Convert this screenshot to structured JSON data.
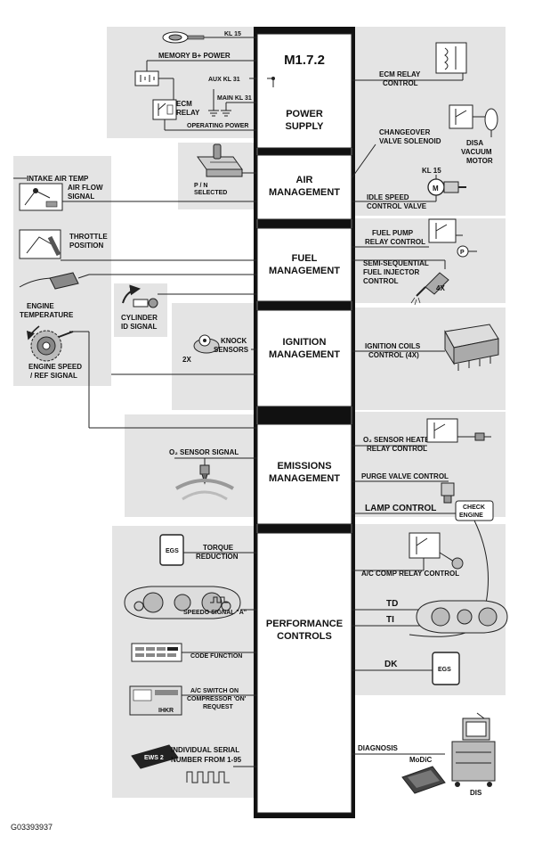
{
  "ecu": {
    "title": "M1.7.2",
    "modules": {
      "power": [
        "POWER",
        "SUPPLY"
      ],
      "air": [
        "AIR",
        "MANAGEMENT"
      ],
      "fuel": [
        "FUEL",
        "MANAGEMENT"
      ],
      "ignition": [
        "IGNITION",
        "MANAGEMENT"
      ],
      "emissions": [
        "EMISSIONS",
        "MANAGEMENT"
      ],
      "performance": [
        "PERFORMANCE",
        "CONTROLS"
      ]
    }
  },
  "power_inputs": {
    "kl15": "KL 15",
    "memory": "MEMORY B+ POWER",
    "aux": "AUX KL 31",
    "main": "MAIN KL 31",
    "ecm_relay": [
      "ECM",
      "RELAY"
    ],
    "operating": "OPERATING POWER"
  },
  "left_inputs": {
    "intake_air_temp": "INTAKE AIR TEMP",
    "air_flow": [
      "AIR FLOW",
      "SIGNAL"
    ],
    "pn": [
      "P / N",
      "SELECTED"
    ],
    "throttle": [
      "THROTTLE",
      "POSITION"
    ],
    "engine_temp": [
      "ENGINE",
      "TEMPERATURE"
    ],
    "cylinder_id": [
      "CYLINDER",
      "ID SIGNAL"
    ],
    "engine_speed": [
      "ENGINE SPEED",
      "/ REF SIGNAL"
    ],
    "knock": [
      "KNOCK",
      "SENSORS"
    ],
    "knock_count": "2X",
    "o2_signal": "O₂ SENSOR SIGNAL",
    "egs": "EGS",
    "torque": [
      "TORQUE",
      "REDUCTION"
    ],
    "speedo": "SPEEDO SIGNAL \"A\"",
    "code_function": "CODE FUNCTION",
    "ac_switch": [
      "A/C SWITCH ON",
      "COMPRESSOR 'ON'",
      "REQUEST"
    ],
    "ihkr": "IHKR",
    "serial": [
      "INDIVIDUAL SERIAL",
      "NUMBER FROM 1-95"
    ],
    "ews": "EWS 2"
  },
  "right_outputs": {
    "ecm_relay_control": [
      "ECM RELAY",
      "CONTROL"
    ],
    "changeover": [
      "CHANGEOVER",
      "VALVE SOLENOID"
    ],
    "disa": [
      "DISA",
      "VACUUM",
      "MOTOR"
    ],
    "kl15": "KL 15",
    "motor": "M",
    "idle": [
      "IDLE SPEED",
      "CONTROL VALVE"
    ],
    "fuel_pump": [
      "FUEL PUMP",
      "RELAY CONTROL"
    ],
    "pump_symbol": "P",
    "injector": [
      "SEMI-SEQUENTIAL",
      "FUEL INJECTOR",
      "CONTROL"
    ],
    "injector_count": "4X",
    "ign_coils": [
      "IGNITION COILS",
      "CONTROL (4X)"
    ],
    "o2_heater": [
      "O₂ SENSOR HEATER",
      "RELAY CONTROL"
    ],
    "purge": "PURGE VALVE CONTROL",
    "lamp": "LAMP CONTROL",
    "check_engine": [
      "CHECK",
      "ENGINE"
    ],
    "ac_relay": "A/C COMP RELAY CONTROL",
    "td": "TD",
    "ti": "TI",
    "dk": "DK",
    "egs": "EGS",
    "diagnosis": "DIAGNOSIS",
    "modic": "MoDiC",
    "dis": "DIS"
  },
  "figure_id": "G03393937"
}
